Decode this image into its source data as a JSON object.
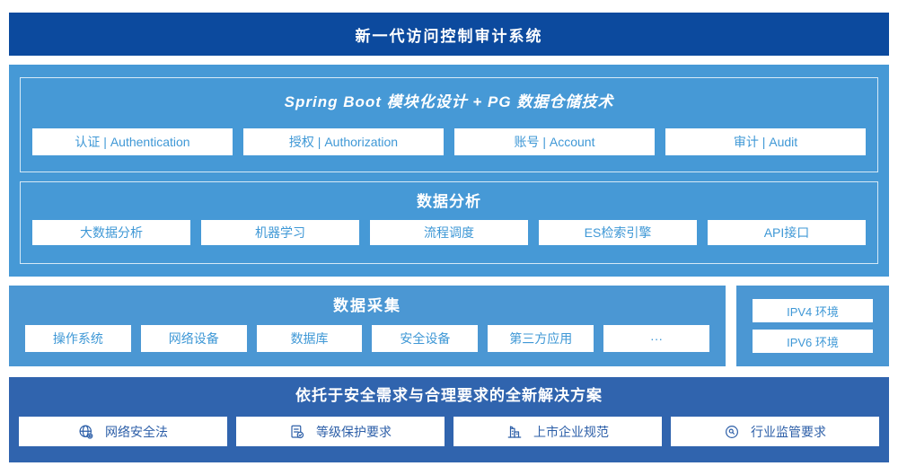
{
  "banner": {
    "title": "新一代访问控制审计系统"
  },
  "platform": {
    "modules": {
      "title": "Spring Boot 模块化设计 + PG 数据仓储技术",
      "items": [
        "认证 | Authentication",
        "授权 | Authorization",
        "账号 | Account",
        "审计 | Audit"
      ]
    },
    "analysis": {
      "title": "数据分析",
      "items": [
        "大数据分析",
        "机器学习",
        "流程调度",
        "ES检索引擎",
        "API接口"
      ]
    }
  },
  "collection": {
    "title": "数据采集",
    "items": [
      "操作系统",
      "网络设备",
      "数据库",
      "安全设备",
      "第三方应用",
      "···"
    ]
  },
  "environments": {
    "items": [
      "IPV4 环境",
      "IPV6 环境"
    ]
  },
  "solution": {
    "title": "依托于安全需求与合理要求的全新解决方案",
    "items": [
      {
        "icon": "globe-icon",
        "label": "网络安全法"
      },
      {
        "icon": "document-check-icon",
        "label": "等级保护要求"
      },
      {
        "icon": "building-icon",
        "label": "上市企业规范"
      },
      {
        "icon": "magnifier-circle-icon",
        "label": "行业监管要求"
      }
    ]
  },
  "colors": {
    "banner_bg": "#0c4a9e",
    "platform_bg": "#4699d6",
    "collection_bg": "#4b97d3",
    "solution_bg": "#3064ae",
    "light_box_text": "#3f98d6",
    "solution_text": "#2d5fa8"
  }
}
